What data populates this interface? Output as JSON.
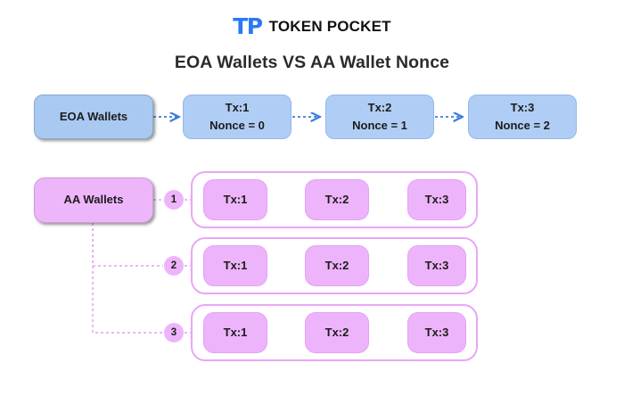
{
  "brand": {
    "mark": "TP",
    "name": "TOKEN POCKET",
    "mark_color": "#2979f5"
  },
  "title": "EOA Wallets VS AA Wallet Nonce",
  "colors": {
    "blue_fill": "#b0cdf5",
    "blue_border": "#93b8ea",
    "pink_fill": "#edb4fb",
    "pink_border": "#e9a6f7",
    "arrow_blue": "#3b7dd8",
    "arrow_pink": "#e3a2f5",
    "background": "#ffffff",
    "text": "#1c1c1c"
  },
  "eoa_section": {
    "root_label": "EOA Wallets",
    "steps": [
      {
        "tx": "Tx:1",
        "nonce": "Nonce = 0"
      },
      {
        "tx": "Tx:2",
        "nonce": "Nonce = 1"
      },
      {
        "tx": "Tx:3",
        "nonce": "Nonce = 2"
      }
    ]
  },
  "aa_section": {
    "root_label": "AA Wallets",
    "groups": [
      {
        "badge": "1",
        "steps": [
          "Tx:1",
          "Tx:2",
          "Tx:3"
        ]
      },
      {
        "badge": "2",
        "steps": [
          "Tx:1",
          "Tx:2",
          "Tx:3"
        ]
      },
      {
        "badge": "3",
        "steps": [
          "Tx:1",
          "Tx:2",
          "Tx:3"
        ]
      }
    ]
  },
  "chart_data": {
    "type": "diagram",
    "title": "EOA Wallets VS AA Wallet Nonce",
    "rows": [
      {
        "name": "EOA Wallets",
        "style": "blue",
        "sequential": true,
        "nodes": [
          {
            "tx": "Tx:1",
            "nonce": 0
          },
          {
            "tx": "Tx:2",
            "nonce": 1
          },
          {
            "tx": "Tx:3",
            "nonce": 2
          }
        ]
      },
      {
        "name": "AA Wallets",
        "style": "pink",
        "parallel_groups": 3,
        "group_labels": [
          "1",
          "2",
          "3"
        ],
        "nodes_per_group": [
          "Tx:1",
          "Tx:2",
          "Tx:3"
        ]
      }
    ]
  }
}
